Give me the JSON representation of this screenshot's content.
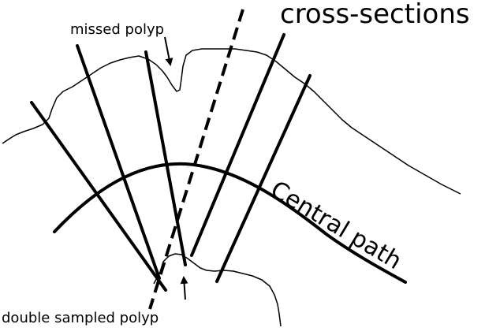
{
  "labels": {
    "title": "cross-sections",
    "central_path": "Central path",
    "missed_polyp": "missed polyp",
    "double_sampled_polyp": "double sampled polyp"
  },
  "colors": {
    "ink": "#000000",
    "background": "#ffffff"
  }
}
